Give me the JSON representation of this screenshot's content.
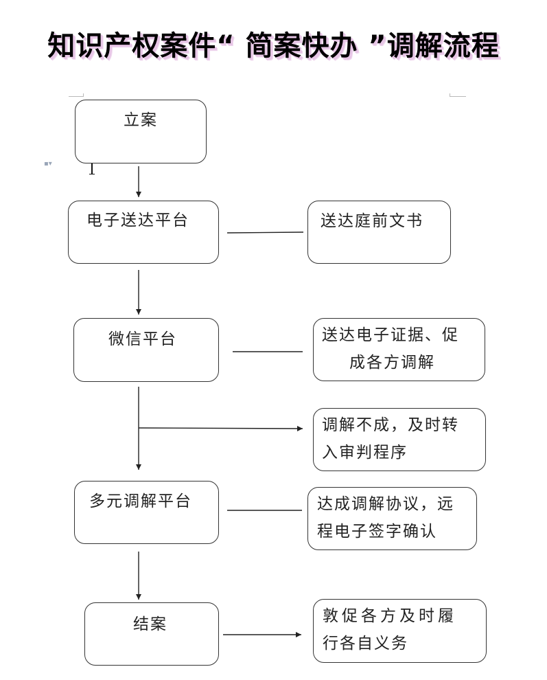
{
  "title": "知识产权案件“ 简案快办 ”调解流程",
  "steps": {
    "filing": "立案",
    "e_delivery": "电子送达平台",
    "wechat": "微信平台",
    "diversified": "多元调解平台",
    "closing": "结案"
  },
  "notes": {
    "pretrial_docs": "送达庭前文书",
    "evidence_line1": "送达电子证据、促",
    "evidence_line2": "成各方调解",
    "fail_line1": "调解不成，及时转",
    "fail_line2": "入审判程序",
    "agreement_line1": "达成调解协议，远",
    "agreement_line2": "程电子签字确认",
    "obligation_line1": "敦促各方及时履",
    "obligation_line2": "行各自义务"
  }
}
